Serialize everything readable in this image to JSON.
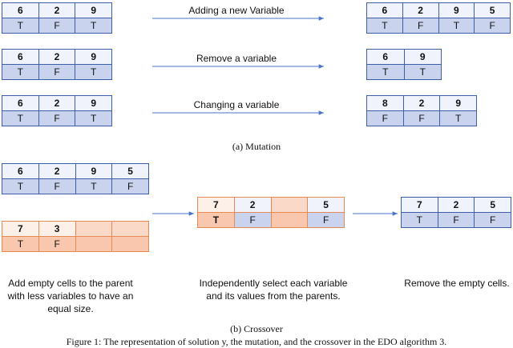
{
  "mutation": {
    "add": {
      "label": "Adding a new Variable",
      "before": {
        "values": [
          "6",
          "2",
          "9"
        ],
        "bools": [
          "T",
          "F",
          "T"
        ]
      },
      "after": {
        "values": [
          "6",
          "2",
          "9",
          "5"
        ],
        "bools": [
          "T",
          "F",
          "T",
          "F"
        ]
      }
    },
    "remove": {
      "label": "Remove a variable",
      "before": {
        "values": [
          "6",
          "2",
          "9"
        ],
        "bools": [
          "T",
          "F",
          "T"
        ]
      },
      "after": {
        "values": [
          "6",
          "9"
        ],
        "bools": [
          "T",
          "T"
        ]
      }
    },
    "change": {
      "label": "Changing a variable",
      "before": {
        "values": [
          "6",
          "2",
          "9"
        ],
        "bools": [
          "T",
          "F",
          "T"
        ]
      },
      "after": {
        "values": [
          "8",
          "2",
          "9"
        ],
        "bools": [
          "F",
          "F",
          "T"
        ]
      }
    },
    "caption": "(a) Mutation"
  },
  "crossover": {
    "parent1": {
      "values": [
        "6",
        "2",
        "9",
        "5"
      ],
      "bools": [
        "T",
        "F",
        "T",
        "F"
      ]
    },
    "parent2": {
      "values": [
        "7",
        "3",
        "",
        ""
      ],
      "bools": [
        "T",
        "F",
        "",
        ""
      ]
    },
    "child": {
      "values": [
        "7",
        "2",
        "",
        "5"
      ],
      "bools": [
        "T",
        "F",
        "",
        "F"
      ]
    },
    "result": {
      "values": [
        "7",
        "2",
        "5"
      ],
      "bools": [
        "T",
        "F",
        "F"
      ]
    },
    "notes": {
      "left": "Add empty cells to the parent with less variables to have an equal size.",
      "middle": "Independently select each variable and its values from the parents.",
      "right": "Remove the empty cells."
    },
    "caption": "(b) Crossover"
  },
  "figure_caption": "Figure 1: The representation of solution y, the mutation, and the crossover in the EDO algorithm 3."
}
